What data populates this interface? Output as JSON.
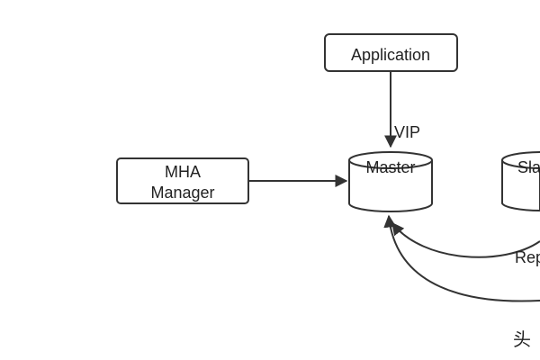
{
  "diagram": {
    "nodes": {
      "application": {
        "label": "Application"
      },
      "mha_manager": {
        "line1": "MHA",
        "line2": "Manager"
      },
      "master": {
        "label": "Master"
      },
      "slave": {
        "label": "Sla"
      }
    },
    "edges": {
      "vip": {
        "label": "VIP"
      },
      "replication": {
        "label": "Rep"
      }
    },
    "watermark": {
      "text": "头"
    },
    "colors": {
      "stroke": "#333333",
      "text": "#222222",
      "background": "#ffffff"
    }
  }
}
